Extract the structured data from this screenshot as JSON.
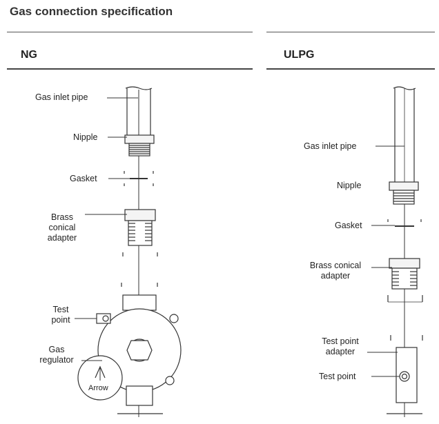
{
  "title": "Gas connection specification",
  "left": {
    "heading": "NG",
    "labels": {
      "gas_inlet_pipe": "Gas inlet pipe",
      "nipple": "Nipple",
      "gasket": "Gasket",
      "brass_conical_adapter": [
        "Brass",
        "conical",
        "adapter"
      ],
      "test_point": [
        "Test",
        "point"
      ],
      "gas_regulator": [
        "Gas",
        "regulator"
      ],
      "arrow": "Arrow"
    }
  },
  "right": {
    "heading": "ULPG",
    "labels": {
      "gas_inlet_pipe": "Gas inlet pipe",
      "nipple": "Nipple",
      "gasket": "Gasket",
      "brass_conical_adapter": [
        "Brass conical",
        "adapter"
      ],
      "test_point_adapter": [
        "Test point",
        "adapter"
      ],
      "test_point": "Test point"
    }
  }
}
